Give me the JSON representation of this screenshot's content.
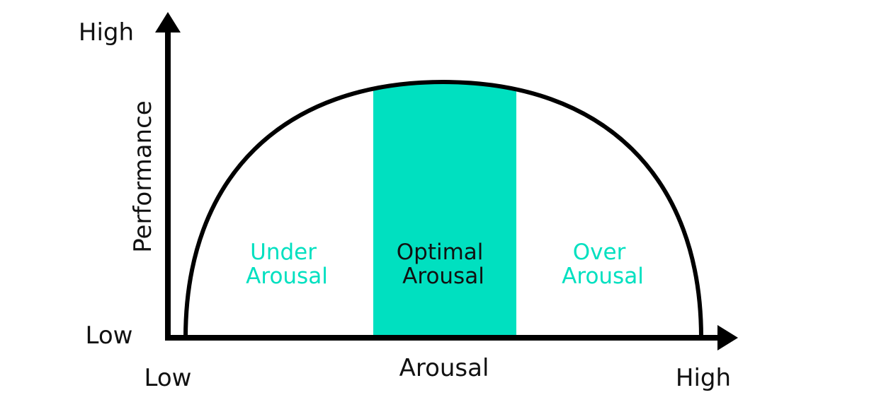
{
  "axes": {
    "y": {
      "title": "Performance",
      "high": "High",
      "low": "Low"
    },
    "x": {
      "title": "Arousal",
      "low": "Low",
      "high": "High"
    }
  },
  "zones": [
    {
      "id": "under",
      "lines": [
        "Under",
        "Arousal"
      ]
    },
    {
      "id": "optimal",
      "lines": [
        "Optimal",
        "Arousal"
      ]
    },
    {
      "id": "over",
      "lines": [
        "Over",
        "Arousal"
      ]
    }
  ],
  "colors": {
    "accent": "#00e0c0",
    "axis": "#000000",
    "curve": "#000000",
    "text": "#111111",
    "optimal_text": "#111111"
  }
}
